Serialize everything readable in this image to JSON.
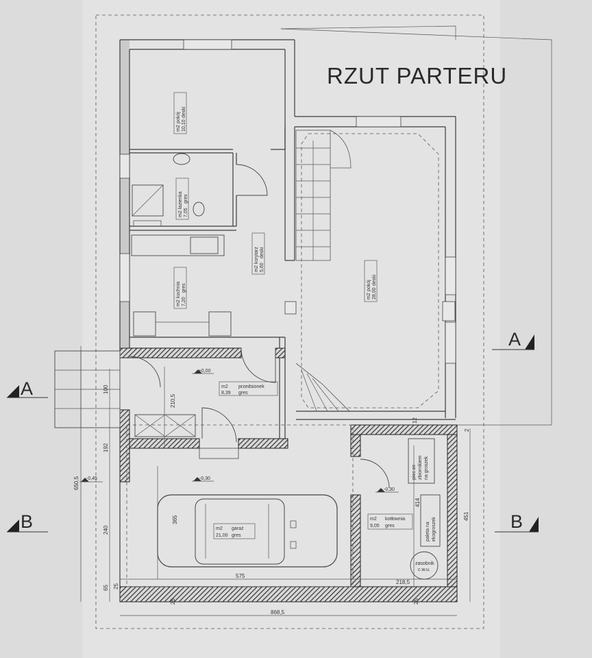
{
  "plan": {
    "title": "RZUT PARTERU",
    "section_a_left": "A",
    "section_a_right": "A",
    "section_b_left": "B",
    "section_b_right": "B",
    "level_entry": "±0,00",
    "level_garage": "-0,30",
    "level_boiler": "-0,30",
    "level_outside": "-0,45"
  },
  "rooms": [
    {
      "area": "m2",
      "number": "10,10",
      "name": "pokój",
      "finish": "deski"
    },
    {
      "area": "m2",
      "number": "7,05",
      "name": "łazienka",
      "finish": "gres"
    },
    {
      "area": "m2",
      "number": "5,60",
      "name": "korytarz",
      "finish": "deski"
    },
    {
      "area": "m2",
      "number": "7,20",
      "name": "kuchnia",
      "finish": "gres"
    },
    {
      "area": "m2",
      "number": "28,00",
      "name": "pokój",
      "finish": "deski"
    },
    {
      "area": "m2",
      "number": "8,39",
      "name": "przedsionek",
      "finish": "gres"
    },
    {
      "area": "m2",
      "number": "21,00",
      "name": "garaż",
      "finish": "gres"
    },
    {
      "area": "m2",
      "number": "9,05",
      "name": "kotłownia",
      "finish": "gres"
    }
  ],
  "notes": {
    "stove_1": "piec ze",
    "stove_2": "zbiornikiem",
    "stove_3": "na groszek",
    "pallet_1": "paleta na",
    "pallet_2": "ekogroszek",
    "tank_1": "zasobnik",
    "tank_2": "c.w.u."
  },
  "dimensions": {
    "d_100": "100",
    "d_192": "192",
    "d_240": "240",
    "d_65": "65",
    "d_650_5": "650,5",
    "d_210_5": "210,5",
    "d_365": "365",
    "d_575": "575",
    "d_218_5": "218,5",
    "d_868_5": "868,5",
    "d_451": "451",
    "d_414": "414",
    "d_25a": "25",
    "d_25b": "25",
    "d_25c": "25",
    "d_12": "12",
    "d_2": "2"
  }
}
